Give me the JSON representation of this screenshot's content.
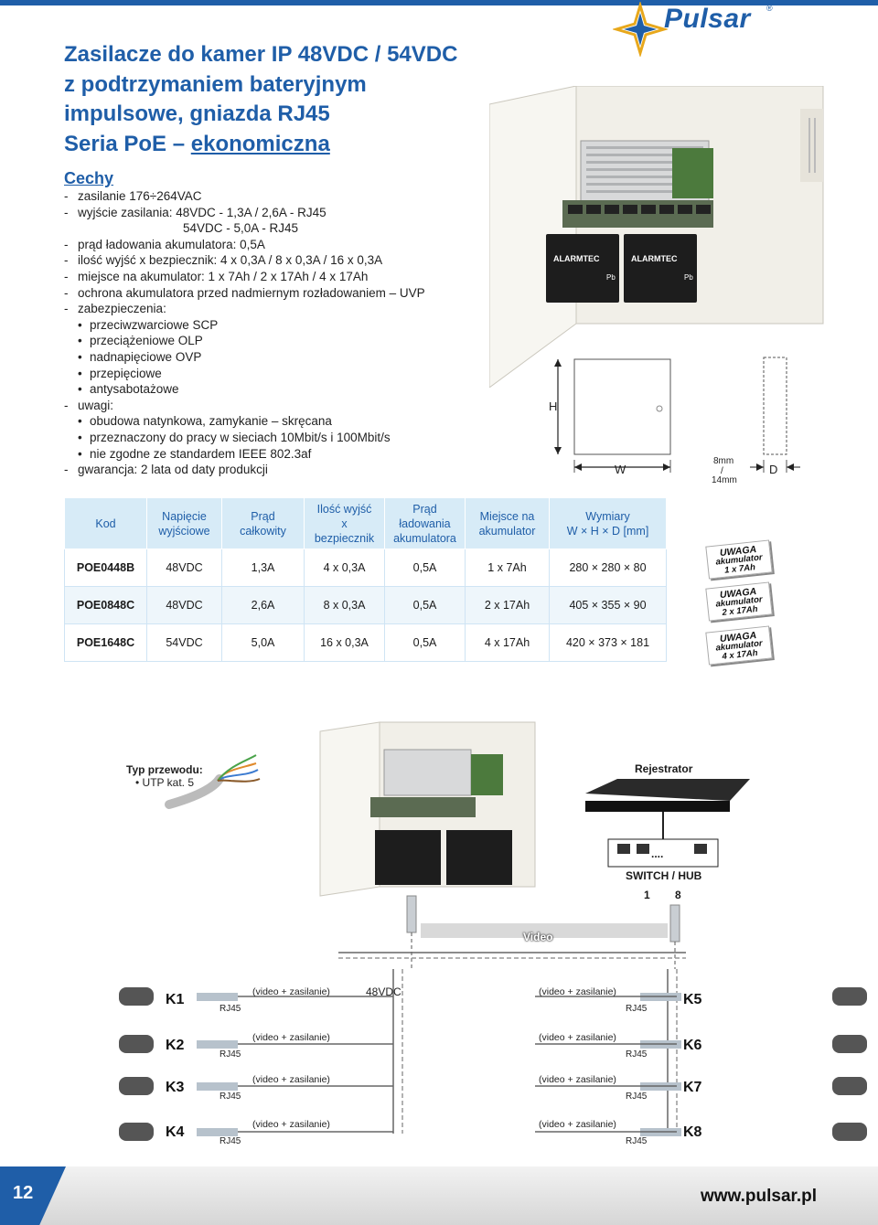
{
  "brand": {
    "name": "Pulsar",
    "reg": "®"
  },
  "title": {
    "line1": "Zasilacze do kamer IP 48VDC / 54VDC",
    "line2": "z podtrzymaniem bateryjnym",
    "line3": "impulsowe, gniazda RJ45",
    "line4_prefix": "Seria PoE – ",
    "line4_underlined": "ekonomiczna"
  },
  "features": {
    "heading": "Cechy",
    "rows": [
      {
        "type": "dash",
        "text": "zasilanie 176÷264VAC"
      },
      {
        "type": "dash",
        "text": "wyjście zasilania: 48VDC - 1,3A / 2,6A - RJ45"
      },
      {
        "type": "indent",
        "text": "54VDC - 5,0A - RJ45"
      },
      {
        "type": "dash",
        "text": "prąd ładowania akumulatora: 0,5A"
      },
      {
        "type": "dash",
        "text": "ilość wyjść x bezpiecznik: 4 x 0,3A / 8 x 0,3A / 16 x 0,3A"
      },
      {
        "type": "dash",
        "text": "miejsce na akumulator: 1 x 7Ah / 2 x 17Ah / 4 x 17Ah"
      },
      {
        "type": "dash",
        "text": "ochrona akumulatora przed nadmiernym rozładowaniem – UVP"
      },
      {
        "type": "dash",
        "text": "zabezpieczenia:"
      },
      {
        "type": "bullet",
        "text": "przeciwzwarciowe SCP"
      },
      {
        "type": "bullet",
        "text": "przeciążeniowe OLP"
      },
      {
        "type": "bullet",
        "text": "nadnapięciowe OVP"
      },
      {
        "type": "bullet",
        "text": "przepięciowe"
      },
      {
        "type": "bullet",
        "text": "antysabotażowe"
      },
      {
        "type": "dash",
        "text": "uwagi:"
      },
      {
        "type": "bullet",
        "text": "obudowa natynkowa, zamykanie – skręcana"
      },
      {
        "type": "bullet",
        "text": "przeznaczony do pracy w sieciach 10Mbit/s i 100Mbit/s"
      },
      {
        "type": "bullet",
        "text": "nie zgodne ze standardem IEEE 802.3af"
      },
      {
        "type": "dash",
        "text": "gwarancja: 2 lata od daty produkcji"
      }
    ]
  },
  "product_labels": {
    "battery_brand": "ALARMTEC",
    "pb": "Pb"
  },
  "dimensions": {
    "h": "H",
    "w": "W",
    "d": "D",
    "gap_a": "8mm",
    "gap_sep": "/",
    "gap_b": "14mm"
  },
  "table": {
    "headers": [
      "Kod",
      "Napięcie\nwyjściowe",
      "Prąd\ncałkowity",
      "Ilość wyjść\nx\nbezpiecznik",
      "Prąd\nładowania\nakumulatora",
      "Miejsce na\nakumulator",
      "Wymiary\nW × H × D [mm]"
    ],
    "rows": [
      [
        "POE0448B",
        "48VDC",
        "1,3A",
        "4 x 0,3A",
        "0,5A",
        "1 x 7Ah",
        "280 × 280 × 80"
      ],
      [
        "POE0848C",
        "48VDC",
        "2,6A",
        "8 x 0,3A",
        "0,5A",
        "2 x 17Ah",
        "405 × 355 × 90"
      ],
      [
        "POE1648C",
        "54VDC",
        "5,0A",
        "16 x 0,3A",
        "0,5A",
        "4 x 17Ah",
        "420 × 373 × 181"
      ]
    ]
  },
  "badges": [
    {
      "l1": "UWAGA",
      "l2": "akumulator",
      "l3": "1 x 7Ah"
    },
    {
      "l1": "UWAGA",
      "l2": "akumulator",
      "l3": "2 x 17Ah"
    },
    {
      "l1": "UWAGA",
      "l2": "akumulator",
      "l3": "4 x 17Ah"
    }
  ],
  "diagram": {
    "cable_title": "Typ przewodu:",
    "cable_item": "• UTP kat. 5",
    "recorder": "Rejestrator",
    "switch": "SWITCH / HUB",
    "port1": "1",
    "port8": "8",
    "dots": "....",
    "video": "Video",
    "vdc": "48VDC",
    "rj45": "RJ45",
    "vz": "(video + zasilanie)",
    "cameras_left": [
      "K1",
      "K2",
      "K3",
      "K4"
    ],
    "cameras_right": [
      "K5",
      "K6",
      "K7",
      "K8"
    ]
  },
  "footer": {
    "page": "12",
    "site": "www.pulsar.pl"
  },
  "colors": {
    "brand_blue": "#1f5ea8",
    "table_head": "#d7ebf7",
    "table_alt": "#eef6fb"
  }
}
